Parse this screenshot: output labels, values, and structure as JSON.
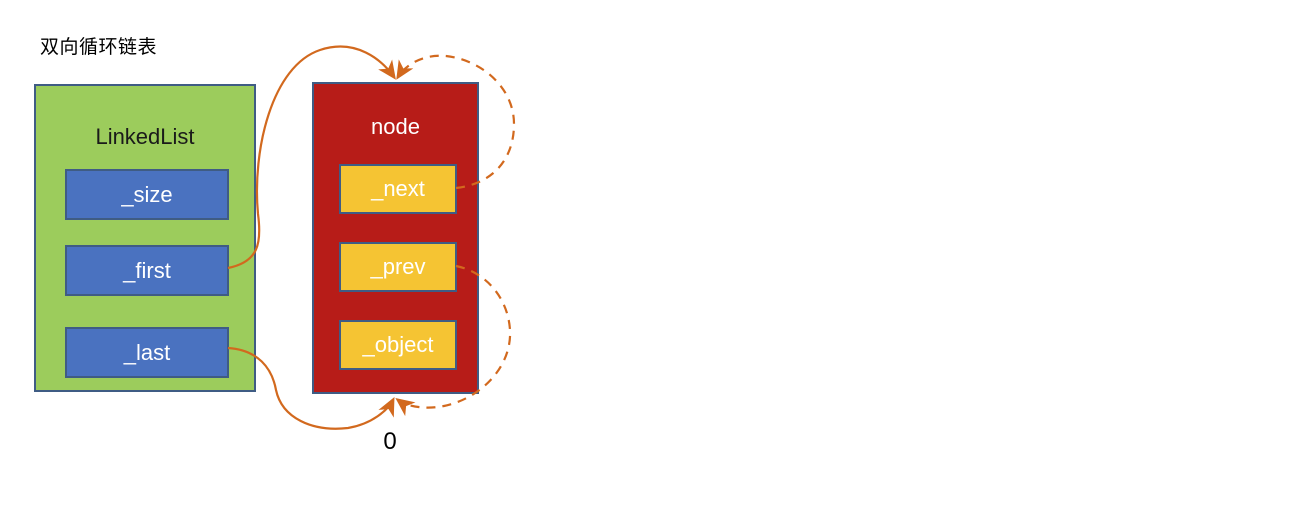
{
  "diagram": {
    "title": "双向循环链表",
    "accent_color": "#D2691E",
    "border_color": "#3f5c84"
  },
  "linkedlist": {
    "title": "LinkedList",
    "fill": "#9CCC5C",
    "fields": [
      {
        "label": "_size",
        "fill": "#4A72C0"
      },
      {
        "label": "_first",
        "fill": "#4A72C0"
      },
      {
        "label": "_last",
        "fill": "#4A72C0"
      }
    ]
  },
  "node": {
    "title": "node",
    "fill": "#B71C18",
    "fields": [
      {
        "label": "_next",
        "fill": "#F5C433"
      },
      {
        "label": "_prev",
        "fill": "#F5C433"
      },
      {
        "label": "_object",
        "fill": "#F5C433"
      }
    ]
  },
  "annotations": {
    "node_value": "0"
  },
  "connectors": [
    {
      "name": "first-to-node-head",
      "from": "_first",
      "to": "node-top",
      "style": "solid"
    },
    {
      "name": "last-to-node-tail",
      "from": "_last",
      "to": "node-bottom",
      "style": "solid"
    },
    {
      "name": "next-self-loop",
      "from": "_next",
      "to": "node-top",
      "style": "dashed"
    },
    {
      "name": "prev-self-loop",
      "from": "_prev",
      "to": "node-bottom",
      "style": "dashed"
    }
  ]
}
